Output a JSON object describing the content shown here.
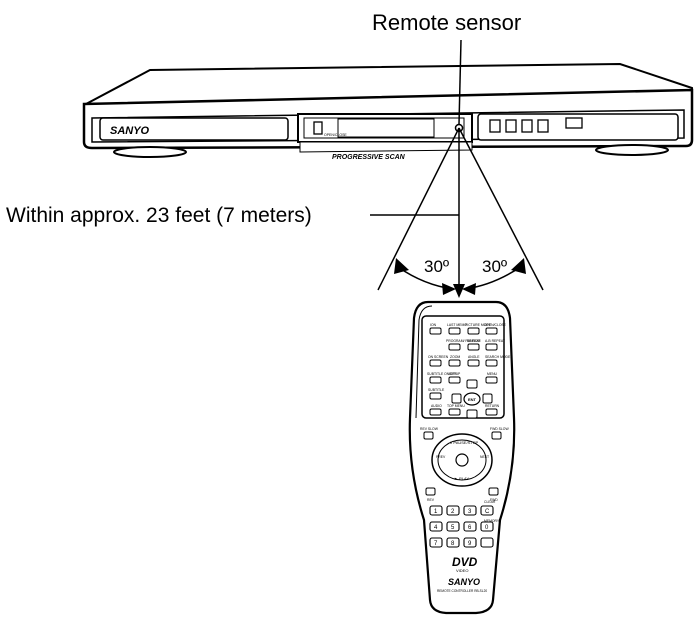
{
  "labels": {
    "remote_sensor": "Remote sensor",
    "range": "Within approx. 23 feet (7 meters)",
    "angle_left": "30º",
    "angle_right": "30º"
  },
  "player": {
    "brand": "SANYO",
    "front_caption": "PROGRESSIVE SCAN",
    "open_close": "OPEN/CLOSE"
  },
  "remote": {
    "brand": "SANYO",
    "logo": "DVD",
    "logo_sub": "VIDEO",
    "model": "REMOTE CONTROLLER RB-SL20",
    "top_keys": [
      "ION",
      "LAST MEMO",
      "PICTURE MODE",
      "OPEN/CLOSE"
    ],
    "row2_keys": [
      "PROGRAM/ RANDOM",
      "REPEAT",
      "A-B REPEAT"
    ],
    "row3_keys": [
      "ON SCREEN",
      "ZOOM",
      "ANGLE",
      "SEARCH MODE"
    ],
    "row4_keys": [
      "SUBTITLE ON/OFF",
      "SETUP",
      "MENU"
    ],
    "row5_keys": [
      "SUBTITLE",
      "AUDIO",
      "TOP MENU",
      "RETURN"
    ],
    "enter": "ENT",
    "rev_slow": "REV SLOW",
    "fwd_slow": "FWD SLOW",
    "pause_step": "II PAUSE/STEP",
    "prev": "PREV",
    "next": "NEXT",
    "play": "► PLAY",
    "rev": "REV",
    "fwd": "FWD",
    "clear": "CLEAR",
    "memory": "MEMORY",
    "numbers": [
      "1",
      "2",
      "3",
      "C",
      "4",
      "5",
      "6",
      "0",
      "7",
      "8",
      "9",
      ""
    ]
  }
}
